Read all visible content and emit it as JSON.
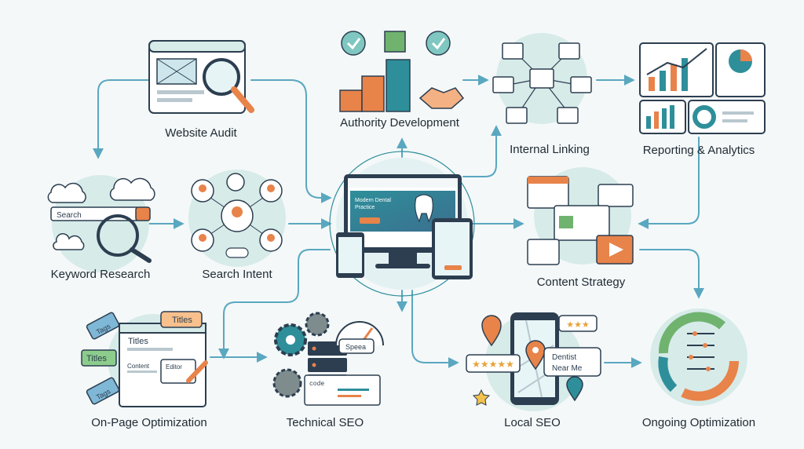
{
  "nodes": {
    "website_audit": "Website Audit",
    "authority_development": "Authority Development",
    "internal_linking": "Internal Linking",
    "reporting_analytics": "Reporting & Analytics",
    "keyword_research": "Keyword Research",
    "search_intent": "Search Intent",
    "content_strategy": "Content Strategy",
    "onpage_optimization": "On-Page Optimization",
    "technical_seo": "Technical SEO",
    "local_seo": "Local SEO",
    "ongoing_optimization": "Ongoing Optimization"
  },
  "tags": {
    "search": "Search",
    "titles": "Titles",
    "tags": "Tags",
    "content": "Content",
    "editor": "Editor",
    "speed": "Speea",
    "code": "code",
    "dentist_line1": "Dentist",
    "dentist_line2": "Near Me"
  },
  "screen": {
    "headline_line1": "Modern Dental",
    "headline_line2": "Practice"
  },
  "colors": {
    "teal": "#2e8f9a",
    "orange": "#e8834a",
    "navy": "#2c3e50",
    "green": "#6fb36f",
    "arrow": "#5aa7c0",
    "circle": "#d7ebe9"
  }
}
